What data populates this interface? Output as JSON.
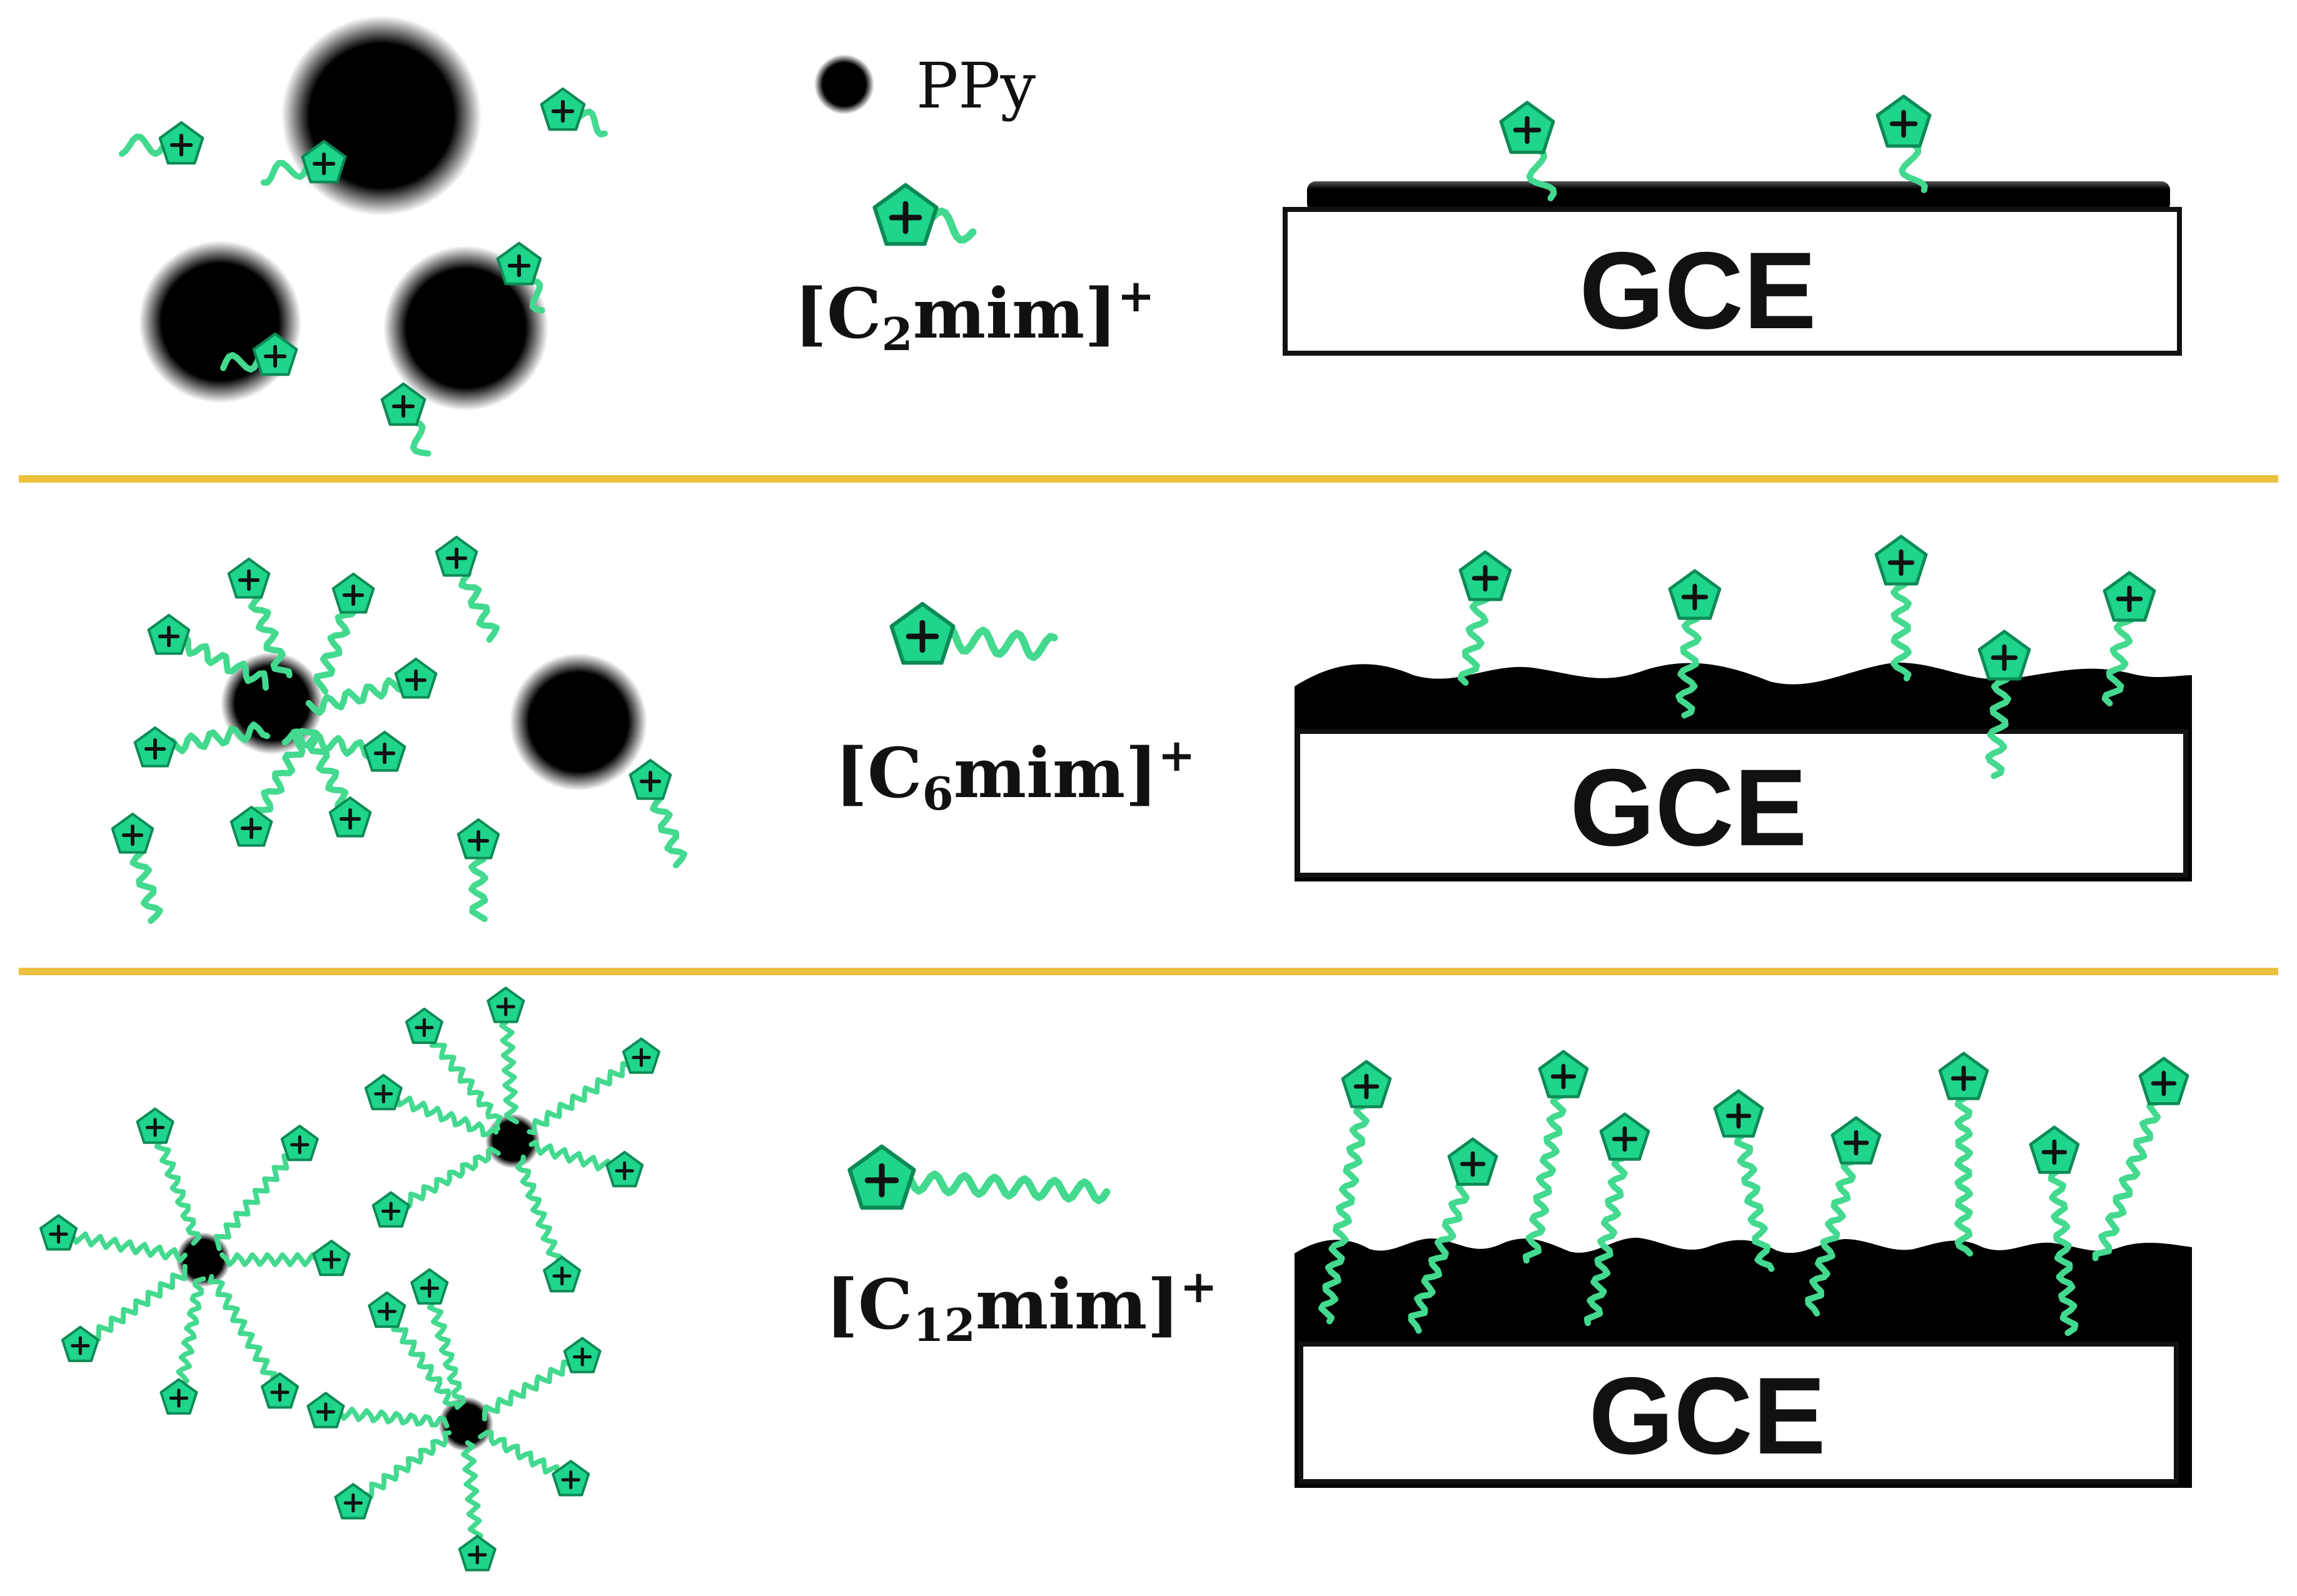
{
  "colors": {
    "ion_fill": "#1fd48b",
    "ion_stroke": "#0c8a55",
    "tail": "#43d98f",
    "divider": "#ecc13f",
    "particle": "#000000",
    "electrode_film": "#000000"
  },
  "legend": {
    "ppy_label": "PPy",
    "ions": [
      {
        "prefix": "[C",
        "subscript": "2",
        "suffix": "mim]",
        "charge": "+"
      },
      {
        "prefix": "[C",
        "subscript": "6",
        "suffix": "mim]",
        "charge": "+"
      },
      {
        "prefix": "[C",
        "subscript": "12",
        "suffix": "mim]",
        "charge": "+"
      }
    ]
  },
  "electrode": {
    "label": "GCE"
  },
  "icons": {
    "particle": "black-particle",
    "cation": "pentagon-plus-icon",
    "tail": "wavy-alkyl-chain"
  }
}
